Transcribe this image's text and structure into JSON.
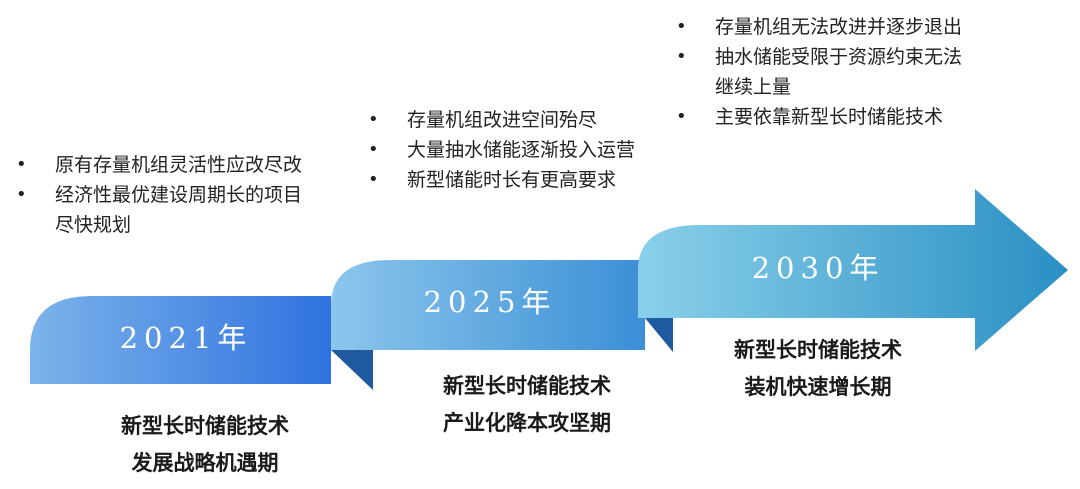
{
  "phases": [
    {
      "year": "2021年",
      "bullets": [
        "原有存量机组灵活性应改尽改",
        "经济性最优建设周期长的项目",
        "尽快规划"
      ],
      "label_line1": "新型长时储能技术",
      "label_line2": "发展战略机遇期"
    },
    {
      "year": "2025年",
      "bullets": [
        "存量机组改进空间殆尽",
        "大量抽水储能逐渐投入运营",
        "新型储能时长有更高要求"
      ],
      "label_line1": "新型长时储能技术",
      "label_line2": "产业化降本攻坚期"
    },
    {
      "year": "2030年",
      "bullets": [
        "存量机组无法改进并逐步退出",
        "抽水储能受限于资源约束无法",
        "继续上量",
        "主要依靠新型长时储能技术"
      ],
      "label_line1": "新型长时储能技术",
      "label_line2": "装机快速增长期"
    }
  ],
  "colors": {
    "step1_gradient": [
      "#7cb3ea",
      "#2f72df"
    ],
    "step2_gradient": [
      "#8cc6ec",
      "#3b8fd6"
    ],
    "step3_gradient": [
      "#8ad0ea",
      "#2a8fc4"
    ],
    "shadow": "#1f5aa0"
  }
}
